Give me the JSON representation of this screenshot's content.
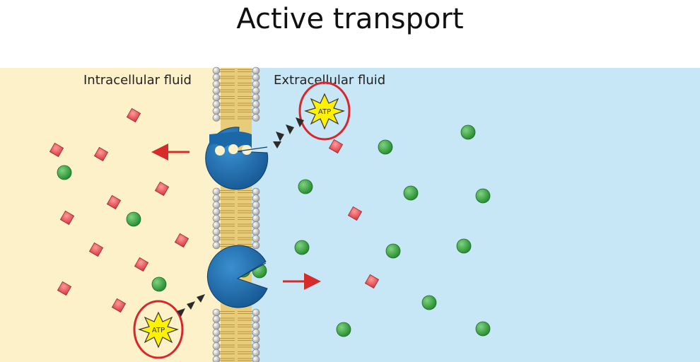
{
  "title": "Active transport",
  "labels": {
    "intracellular": "Intracellular fluid",
    "extracellular": "Extracellular fluid",
    "atp": "ATP"
  },
  "colors": {
    "intracellular_bg": "#fdf1c9",
    "extracellular_bg": "#c8e7f6",
    "pump_blue": "#1b68a8",
    "sodium_red": "#e55a5c",
    "potassium_green": "#3aa745",
    "arrow_red": "#d52b2b",
    "atp_ring": "#d9262c",
    "atp_star": "#fff200",
    "lipid_tail": "#d9b45c",
    "lipid_head": "#c9c9c9"
  },
  "icons": [
    "atp-starburst-icon",
    "energy-chevron-arrows-icon",
    "direction-arrow-icon"
  ]
}
